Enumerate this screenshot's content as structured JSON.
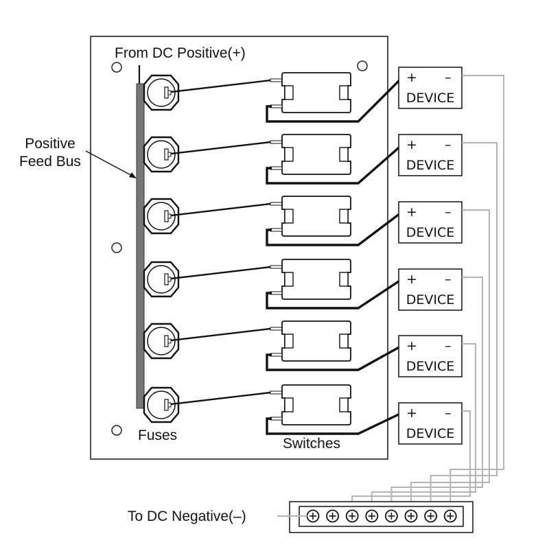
{
  "labels": {
    "from_dc_positive": "From DC Positive(+)",
    "positive_feed_bus_line1": "Positive",
    "positive_feed_bus_line2": "Feed Bus",
    "fuses": "Fuses",
    "switches": "Switches",
    "to_dc_negative": "To DC Negative(–)"
  },
  "device": {
    "label": "DEVICE",
    "plus": "+",
    "minus": "–"
  },
  "circuits": [
    {
      "id": 1,
      "device_label": "DEVICE",
      "negative_terminal": 8
    },
    {
      "id": 2,
      "device_label": "DEVICE",
      "negative_terminal": 7
    },
    {
      "id": 3,
      "device_label": "DEVICE",
      "negative_terminal": 6
    },
    {
      "id": 4,
      "device_label": "DEVICE",
      "negative_terminal": 5
    },
    {
      "id": 5,
      "device_label": "DEVICE",
      "negative_terminal": 4
    },
    {
      "id": 6,
      "device_label": "DEVICE",
      "negative_terminal": 3
    }
  ],
  "negative_bus": {
    "terminal_count": 8,
    "terminal_symbol": "⊕",
    "feed_terminal": 1
  },
  "colors": {
    "line": "#111111",
    "bus_bar": "#777777",
    "negative_wire": "#b3b3b3"
  }
}
